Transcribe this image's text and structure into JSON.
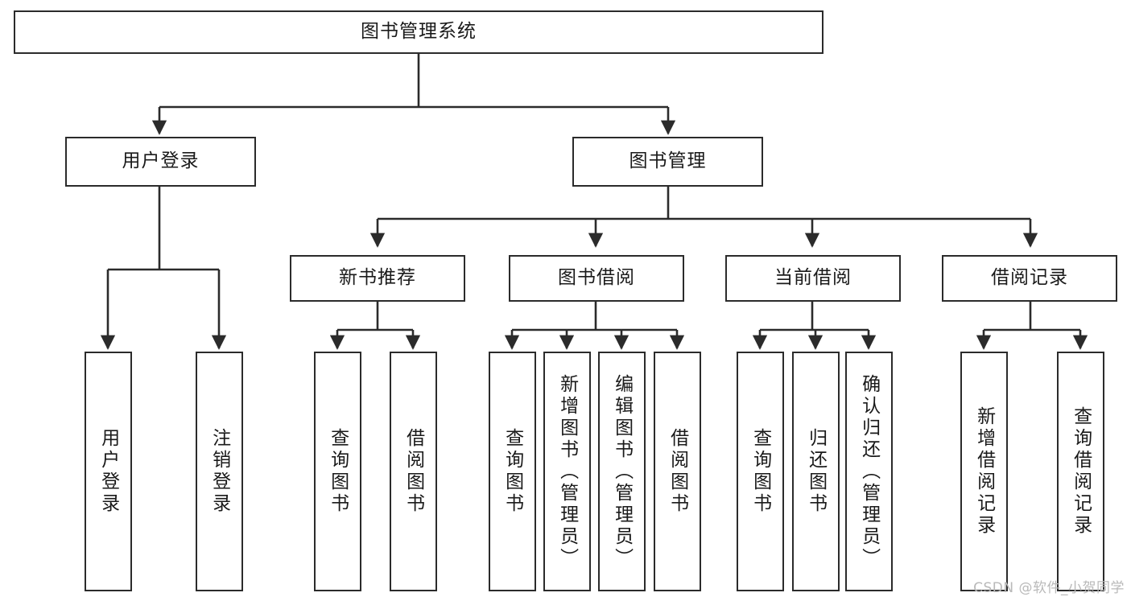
{
  "diagram": {
    "type": "tree",
    "title": "图书管理系统",
    "orientation": "top-down",
    "colors": {
      "box_border": "#2b2b2b",
      "box_fill": "#ffffff",
      "edge": "#2b2b2b",
      "text": "#1a1a1a",
      "watermark": "#b9b9b9",
      "background": "#ffffff"
    },
    "root": {
      "id": "root",
      "label": "图书管理系统",
      "level": 1,
      "text_orientation": "horizontal"
    },
    "level2": [
      {
        "id": "user-login",
        "label": "用户登录",
        "level": 2,
        "text_orientation": "horizontal"
      },
      {
        "id": "book-manage",
        "label": "图书管理",
        "level": 2,
        "text_orientation": "horizontal"
      }
    ],
    "level3": [
      {
        "id": "new-book-recommend",
        "label": "新书推荐",
        "level": 3,
        "parent": "book-manage",
        "text_orientation": "horizontal"
      },
      {
        "id": "book-borrow",
        "label": "图书借阅",
        "level": 3,
        "parent": "book-manage",
        "text_orientation": "horizontal"
      },
      {
        "id": "current-borrow",
        "label": "当前借阅",
        "level": 3,
        "parent": "book-manage",
        "text_orientation": "horizontal"
      },
      {
        "id": "borrow-record",
        "label": "借阅记录",
        "level": 3,
        "parent": "book-manage",
        "text_orientation": "horizontal"
      }
    ],
    "leaves": [
      {
        "id": "leaf-user-login",
        "label": "用户登录",
        "parent": "user-login",
        "text_orientation": "vertical"
      },
      {
        "id": "leaf-logout-login",
        "label": "注销登录",
        "parent": "user-login",
        "text_orientation": "vertical"
      },
      {
        "id": "leaf-query-book-1",
        "label": "查询图书",
        "parent": "new-book-recommend",
        "text_orientation": "vertical"
      },
      {
        "id": "leaf-borrow-book-1",
        "label": "借阅图书",
        "parent": "new-book-recommend",
        "text_orientation": "vertical"
      },
      {
        "id": "leaf-query-book-2",
        "label": "查询图书",
        "parent": "book-borrow",
        "text_orientation": "vertical"
      },
      {
        "id": "leaf-add-book",
        "label": "新增图书（管理员）",
        "parent": "book-borrow",
        "text_orientation": "vertical"
      },
      {
        "id": "leaf-edit-book",
        "label": "编辑图书（管理员）",
        "parent": "book-borrow",
        "text_orientation": "vertical"
      },
      {
        "id": "leaf-borrow-book-2",
        "label": "借阅图书",
        "parent": "book-borrow",
        "text_orientation": "vertical"
      },
      {
        "id": "leaf-query-book-3",
        "label": "查询图书",
        "parent": "current-borrow",
        "text_orientation": "vertical"
      },
      {
        "id": "leaf-return-book",
        "label": "归还图书",
        "parent": "current-borrow",
        "text_orientation": "vertical"
      },
      {
        "id": "leaf-confirm-return",
        "label": "确认归还（管理员）",
        "parent": "current-borrow",
        "text_orientation": "vertical"
      },
      {
        "id": "leaf-add-record",
        "label": "新增借阅记录",
        "parent": "borrow-record",
        "text_orientation": "vertical"
      },
      {
        "id": "leaf-query-record",
        "label": "查询借阅记录",
        "parent": "borrow-record",
        "text_orientation": "vertical"
      }
    ]
  },
  "watermark": {
    "text": "CSDN @软件_小贺同学"
  }
}
